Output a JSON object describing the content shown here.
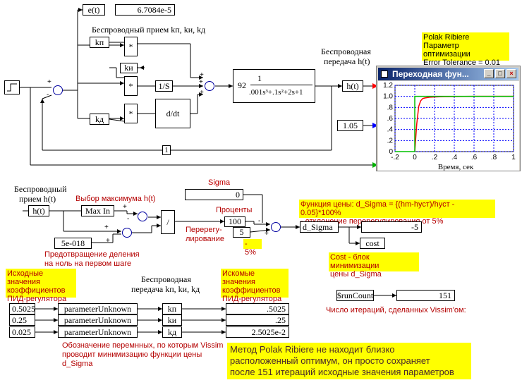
{
  "top": {
    "error_label": "e(t)",
    "error_value": "6.7084e-5",
    "wireless_pid_label": "Беспроводный прием kп,  kи, kд",
    "kp": "kп",
    "ki": "kи",
    "kd": "kд",
    "mult": "*",
    "integrator": "1/S",
    "derivative": "d/dt",
    "tf_gain": "92",
    "tf_num": "1",
    "tf_den": ".001s³+.1s²+2s+1",
    "ht_block": "h(t)",
    "wireless_ht_label_1": "Беспроводная",
    "wireless_ht_label_2": "передача h(t)",
    "setpoint": "1.05",
    "feedback_gain": "1",
    "note": [
      "Polak Ribiere",
      "Параметр оптимизации",
      "Error Tolerance = 0.01"
    ]
  },
  "plot": {
    "title": "Переходная фун...",
    "xlabel": "Время, сек",
    "colors": {
      "response": "#ff0000",
      "reference": "#00c000",
      "grid": "#0000ff"
    }
  },
  "chart_data": {
    "type": "line",
    "title": "Переходная фун...",
    "xlabel": "Время, сек",
    "ylabel": "",
    "xlim": [
      -0.2,
      1
    ],
    "ylim": [
      0,
      1.2
    ],
    "xticks": [
      "-.2",
      "0",
      ".2",
      ".4",
      ".6",
      ".8",
      "1"
    ],
    "yticks": [
      "0",
      ".2",
      ".4",
      ".6",
      ".8",
      "1.0",
      "1.2"
    ],
    "grid": true,
    "series": [
      {
        "color": "#ff0000",
        "x": [
          0,
          0.02,
          0.04,
          0.06,
          0.08,
          0.1,
          0.15,
          0.2,
          0.3,
          0.4,
          0.6,
          0.8,
          1.0
        ],
        "y": [
          0,
          0.5,
          0.82,
          0.92,
          0.96,
          0.97,
          0.985,
          0.99,
          0.995,
          0.998,
          1.0,
          1.0,
          1.0
        ]
      },
      {
        "color": "#00c000",
        "x": [
          -0.2,
          0,
          0,
          1.0
        ],
        "y": [
          0,
          0,
          1.0,
          1.0
        ]
      }
    ]
  },
  "mid": {
    "sigma_label": "Sigma",
    "sigma_value": "0",
    "wireless_in_1": "Беспроводный",
    "wireless_in_2": "прием h(t)",
    "ht_block": "h(t)",
    "max_label": "Выбор максимума h(t)",
    "max_block": "Max In",
    "divide": "/",
    "overshoot_1": "Перерегу-",
    "overshoot_2": "лирование",
    "percent_label": "Проценты",
    "percent_value": "100",
    "five_value": "5",
    "five_pct": "- 5%",
    "eps_value": "5e-018",
    "div_note_1": "Предотвращение деления",
    "div_note_2": "на ноль на первом шаге",
    "cost_note": [
      "Функция цены: d_Sigma = {(hm-hуст)/hуст - 0.05}*100%",
      "- отклонение перерегулирования от 5%"
    ],
    "dsigma_block": "d_Sigma",
    "dsigma_value": "-5",
    "cost_block": "cost",
    "cost_desc": [
      "Cost - блок минимизации",
      "  цены d_Sigma"
    ]
  },
  "bottom": {
    "init_note": [
      "Исходные значения",
      "коэффициентов",
      "  ПИД-регулятора"
    ],
    "tx_label_1": "Беспроводная",
    "tx_label_2": "передача kп, kи, kд",
    "sought_note": [
      "Искомые значения",
      "  коэффициентов",
      "  ПИД-регулятора"
    ],
    "run_count_label": "$runCount",
    "run_count_value": "151",
    "iter_note": "Число итераций, сделанных Vissim'ом:",
    "rows": [
      {
        "init": "0.5025",
        "unknown": "parameterUnknown",
        "name": "kп",
        "value": ".5025"
      },
      {
        "init": "0.25",
        "unknown": "parameterUnknown",
        "name": "kи",
        "value": ".25"
      },
      {
        "init": "0.025",
        "unknown": "parameterUnknown",
        "name": "kд",
        "value": "2.5025e-2"
      }
    ],
    "vars_note": [
      "Обозначение перемнных, по которым Vissim",
      "проводит минимизацию функции цены",
      "            d_Sigma"
    ],
    "conclusion": [
      "Метод Polak Ribiere не находит близко",
      "расположенный оптимум, он просто сохраняет",
      "после 151 итераций исходные значения параметров"
    ]
  }
}
